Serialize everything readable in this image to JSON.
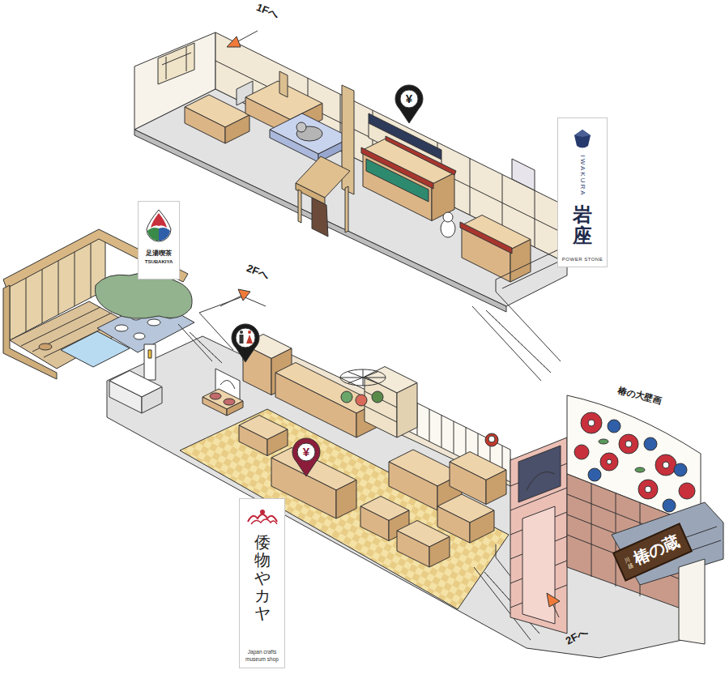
{
  "diagram": {
    "nodes": [
      {
        "text": [
          "IWAKURA",
          "岩座",
          "POWER STONE"
        ]
      },
      {
        "text": [
          "足湯喫茶",
          "TSUBAKIYA"
        ]
      },
      {
        "text": [
          "倭物やカヤ",
          "Japan crafts museum shop"
        ]
      },
      {
        "text": [
          "川越",
          "椿の蔵"
        ]
      }
    ],
    "labels": [
      "1Fへ",
      "¥",
      "2Fへ",
      "椿の大壁画",
      "¥",
      "2Fへ"
    ]
  }
}
